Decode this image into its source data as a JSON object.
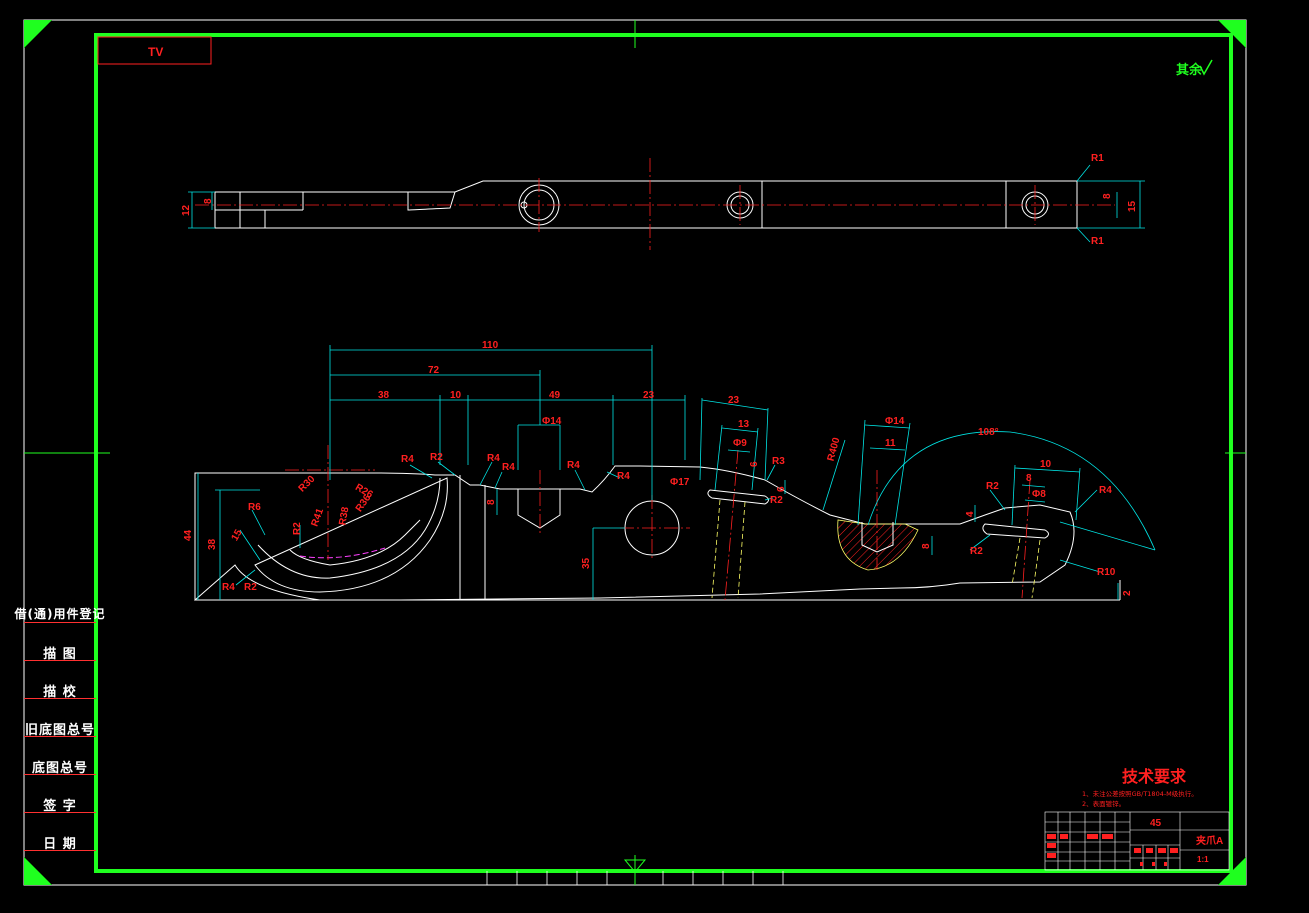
{
  "colors": {
    "background": "#000000",
    "frame": "#1fff1f",
    "part": "#ffffff",
    "dimension": "#00e5e5",
    "label": "#ff2020",
    "centerline": "#ff2020",
    "hidden": "#ffff66",
    "section": "#ff2020",
    "arc_magenta": "#ff40ff"
  },
  "title_box": {
    "code": "TV"
  },
  "roughness": {
    "label": "其余"
  },
  "top_view": {
    "dims": {
      "left_a": "12",
      "left_b": "8",
      "right_a": "8",
      "right_b": "15",
      "r_top": "R1",
      "r_bottom": "R1"
    }
  },
  "front_view": {
    "dims": {
      "d110": "110",
      "d72": "72",
      "d38": "38",
      "d10": "10",
      "d49": "49",
      "d23a": "23",
      "d23b": "23",
      "d13": "13",
      "d_phi9a": "Φ9",
      "d_phi14a": "Φ14",
      "d_phi14b": "Φ14",
      "d11": "11",
      "d108": "108°",
      "d10b": "10",
      "d8a": "8",
      "d_phi8b": "Φ8",
      "d44": "44",
      "d38v": "38",
      "d15": "15",
      "d35": "35",
      "d8v": "8",
      "d_phi17": "Φ17",
      "d6": "6",
      "d8c": "8",
      "d4": "4",
      "d6b": "6",
      "d2": "2",
      "r4a": "R4",
      "r2a": "R2",
      "r4b": "R4",
      "r4c": "R4",
      "r4d": "R4",
      "r4e": "R4",
      "r3": "R3",
      "r2b": "R2",
      "r400": "R400",
      "r2c": "R2",
      "r4f": "R4",
      "r2d": "R2",
      "r10": "R10",
      "r30": "R30",
      "r26": "R26",
      "r6": "R6",
      "r2e": "R2",
      "r41": "R41",
      "r38": "R38",
      "r36": "R36",
      "r4g": "R4",
      "r2f": "R2"
    }
  },
  "sidebar": {
    "items": [
      {
        "label": "借(通)用件登记"
      },
      {
        "label": "描  图"
      },
      {
        "label": "描  校"
      },
      {
        "label": "旧底图总号"
      },
      {
        "label": "底图总号"
      },
      {
        "label": "签  字"
      },
      {
        "label": "日  期"
      }
    ]
  },
  "tech_req": {
    "title": "技术要求",
    "lines": [
      "1、未注公差按照GB/T1804-M级执行。",
      "2、表面镀锌。"
    ]
  },
  "title_block": {
    "material": "45",
    "name": "夹爪A",
    "scale": "1:1"
  }
}
